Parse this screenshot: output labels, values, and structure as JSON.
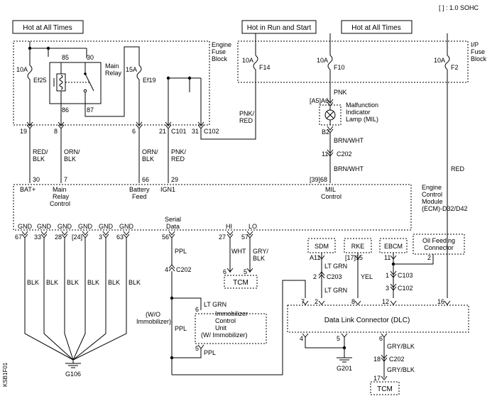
{
  "header": {
    "sohc_note": "[ ] : 1.0 SOHC",
    "hot_all_left": "Hot at All Times",
    "hot_run_start": "Hot in Run and Start",
    "hot_all_right": "Hot at All Times"
  },
  "engine_fuse_block": {
    "label_line1": "Engine",
    "label_line2": "Fuse",
    "label_line3": "Block",
    "fuse_ef25_amp": "10A",
    "fuse_ef25_name": "Ef25",
    "fuse_ef19_amp": "15A",
    "fuse_ef19_name": "Ef19",
    "relay_line1": "Main",
    "relay_line2": "Relay",
    "relay_pin_85": "85",
    "relay_pin_30": "30",
    "relay_pin_86": "86",
    "relay_pin_87": "87",
    "pin_19": "19",
    "pin_8": "8",
    "pin_6": "6",
    "pin_21": "21",
    "conn_c101": "C101",
    "pin_31": "31",
    "conn_c102": "C102"
  },
  "ip_fuse_block": {
    "label_line1": "I/P",
    "label_line2": "Fuse",
    "label_line3": "Block",
    "fuse_f14_amp": "10A",
    "fuse_f14_name": "F14",
    "fuse_f10_amp": "10A",
    "fuse_f10_name": "F10",
    "fuse_f2_amp": "10A",
    "fuse_f2_name": "F2"
  },
  "mil": {
    "wire_pnk": "PNK",
    "pin_a5a6": "[A5]A6",
    "pin_b2": "B2",
    "label_line1": "Malfunction",
    "label_line2": "Indicator",
    "label_line3": "Lamp (MIL)",
    "wire_brn_wht_1": "BRN/WHT",
    "pin_11": "11",
    "conn_c202": "C202",
    "wire_brn_wht_2": "BRN/WHT"
  },
  "wires_upper": {
    "red_blk_1": "RED/",
    "red_blk_2": "BLK",
    "orn_blk_1a": "ORN/",
    "orn_blk_1b": "BLK",
    "orn_blk_2a": "ORN/",
    "orn_blk_2b": "BLK",
    "pnk_red_1a": "PNK/",
    "pnk_red_1b": "RED",
    "pnk_red_2a": "PNK/",
    "pnk_red_2b": "RED",
    "red": "RED"
  },
  "ecm": {
    "label_line1": "Engine",
    "label_line2": "Control",
    "label_line3": "Module",
    "label_line4": "(ECM)-D32/D42",
    "pin_30": "30",
    "bat_label": "BAT+",
    "pin_7": "7",
    "main_relay_ctrl_1": "Main",
    "main_relay_ctrl_2": "Relay",
    "main_relay_ctrl_3": "Control",
    "pin_66": "66",
    "battery_feed_1": "Battery",
    "battery_feed_2": "Feed",
    "pin_29": "29",
    "ign1_label": "IGN1",
    "pin_3968": "[39]68",
    "mil_ctrl_1": "MIL",
    "mil_ctrl_2": "Control",
    "gnd_labels": [
      "GND",
      "GND",
      "GND",
      "GND",
      "GND",
      "GND"
    ],
    "gnd_pins": [
      "67",
      "33",
      "28",
      "[24]",
      "3",
      "63"
    ],
    "serial_1": "Serial",
    "serial_2": "Data",
    "pin_56": "56",
    "hi_label": "HI",
    "lo_label": "LO",
    "pin_27": "27",
    "pin_57": "57"
  },
  "ground_wires": [
    "BLK",
    "BLK",
    "BLK",
    "BLK",
    "BLK",
    "BLK"
  ],
  "g106": "G106",
  "serial_path": {
    "wire_ppl_1": "PPL",
    "pin_4": "4",
    "conn_c202": "C202",
    "wire_lt_grn": "LT GRN",
    "pin_6": "6",
    "wo_immob_1": "(W/O",
    "wo_immob_2": "Immobilizer)",
    "wire_ppl_2": "PPL",
    "immob_1": "Immobilizer",
    "immob_2": "Control",
    "immob_3": "Unit",
    "immob_4": "(W/ Immobilizer)",
    "pin_5": "5",
    "wire_ppl_3": "PPL"
  },
  "tcm_upper": {
    "wire_wht": "WHT",
    "wire_gry_blk_1": "GRY/",
    "wire_gry_blk_2": "BLK",
    "pin_6": "6",
    "pin_5": "5",
    "label": "TCM"
  },
  "modules": {
    "sdm": "SDM",
    "rke": "RKE",
    "ebcm": "EBCM",
    "oil_1": "Oil Feeding",
    "oil_2": "Connector",
    "sdm_pin": "A11",
    "rke_pin": "[17]15",
    "ebcm_pin": "11",
    "oil_pin": "2",
    "pin_2": "2",
    "conn_c203": "C203",
    "wire_lt_grn_1": "LT GRN",
    "wire_lt_grn_2": "LT GRN",
    "wire_yel": "YEL",
    "pin_1": "1",
    "conn_c103": "C103",
    "pin_3": "3",
    "conn_c102": "C102"
  },
  "dlc": {
    "label": "Data Link Connector (DLC)",
    "pin_7": "7",
    "pin_2": "2",
    "pin_8": "8",
    "pin_12": "12",
    "pin_16": "16",
    "pin_4": "4",
    "pin_5": "5",
    "pin_6": "6",
    "g201": "G201",
    "wire_gry_blk_1": "GRY/BLK",
    "pin_18": "18",
    "conn_c202": "C202",
    "wire_gry_blk_2": "GRY/BLK",
    "pin_17": "17",
    "tcm": "TCM"
  },
  "side_code": "KSB1F01"
}
